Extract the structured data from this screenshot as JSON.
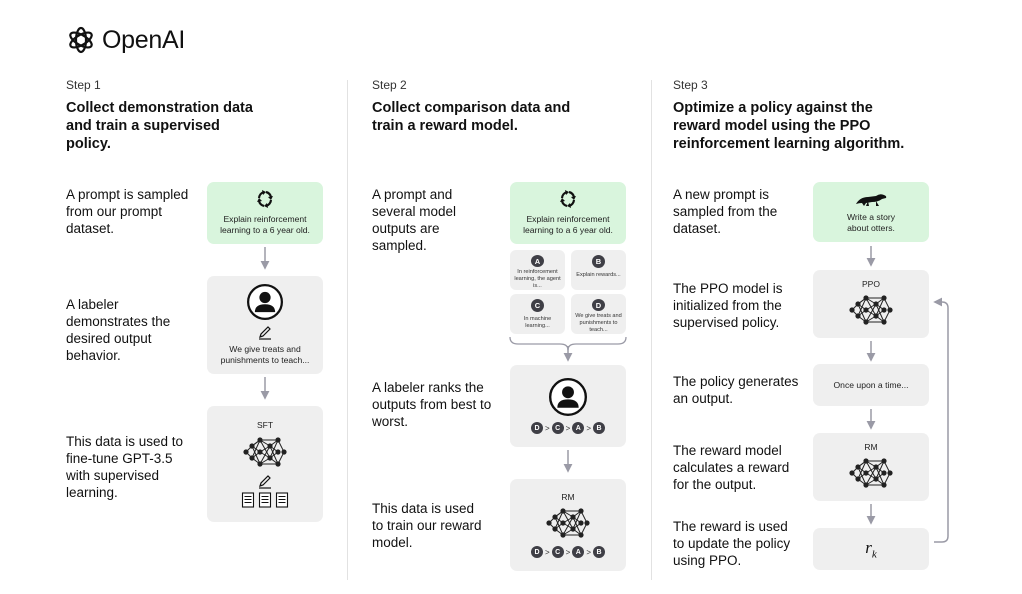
{
  "brand": {
    "name": "OpenAI"
  },
  "steps": [
    {
      "label": "Step 1",
      "title": "Collect demonstration data and train a supervised policy.",
      "rows": [
        "A prompt is sampled from our prompt dataset.",
        "A labeler demonstrates the desired output behavior.",
        "This data is used to fine-tune GPT-3.5 with supervised learning."
      ],
      "prompt": "Explain reinforcement learning to a 6 year old.",
      "demo": "We give treats and punishments to teach...",
      "model": "SFT"
    },
    {
      "label": "Step 2",
      "title": "Collect comparison data and train a reward model.",
      "rows": [
        "A prompt and several model outputs are sampled.",
        "A labeler ranks the outputs from best to worst.",
        "This data is used to train our reward model."
      ],
      "prompt": "Explain reinforcement learning to a 6 year old.",
      "outputs": [
        {
          "letter": "A",
          "text": "In reinforcement learning, the agent is..."
        },
        {
          "letter": "B",
          "text": "Explain rewards..."
        },
        {
          "letter": "C",
          "text": "In machine learning..."
        },
        {
          "letter": "D",
          "text": "We give treats and punishments to teach..."
        }
      ],
      "ranking": [
        "D",
        "C",
        "A",
        "B"
      ],
      "model": "RM"
    },
    {
      "label": "Step 3",
      "title": "Optimize a policy against the reward model using the PPO reinforcement learning algorithm.",
      "rows": [
        "A new prompt is sampled from the dataset.",
        "The PPO model is initialized from the supervised policy.",
        "The policy generates an output.",
        "The reward model calculates a reward for the output.",
        "The reward is used to update the policy using PPO."
      ],
      "prompt": "Write a story about otters.",
      "policy": "PPO",
      "output": "Once upon a time...",
      "model": "RM",
      "reward": "r",
      "reward_sub": "k"
    }
  ],
  "symbols": {
    "gt": ">"
  },
  "icons": {
    "logo": "openai-logo-icon",
    "prompt": "recycle-arrows-icon",
    "otter": "otter-icon",
    "labeler": "person-icon",
    "pencil": "pencil-icon",
    "documents": "document-stack-icon",
    "network": "neural-network-icon"
  },
  "colors": {
    "prompt_box": "#d9f5dd",
    "box": "#efefef",
    "arrow": "#9a9aa6",
    "badge": "#3f3f46"
  }
}
